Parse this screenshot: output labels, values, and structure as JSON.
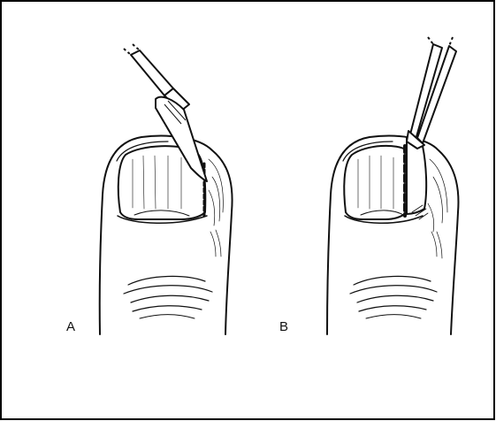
{
  "panels": [
    {
      "label": "A"
    },
    {
      "label": "B"
    }
  ],
  "colors": {
    "ink": "#111111",
    "paper": "#ffffff",
    "frame": "#000000"
  },
  "icons": [
    "scalpel-icon",
    "forceps-icon",
    "thumb-illustration"
  ]
}
